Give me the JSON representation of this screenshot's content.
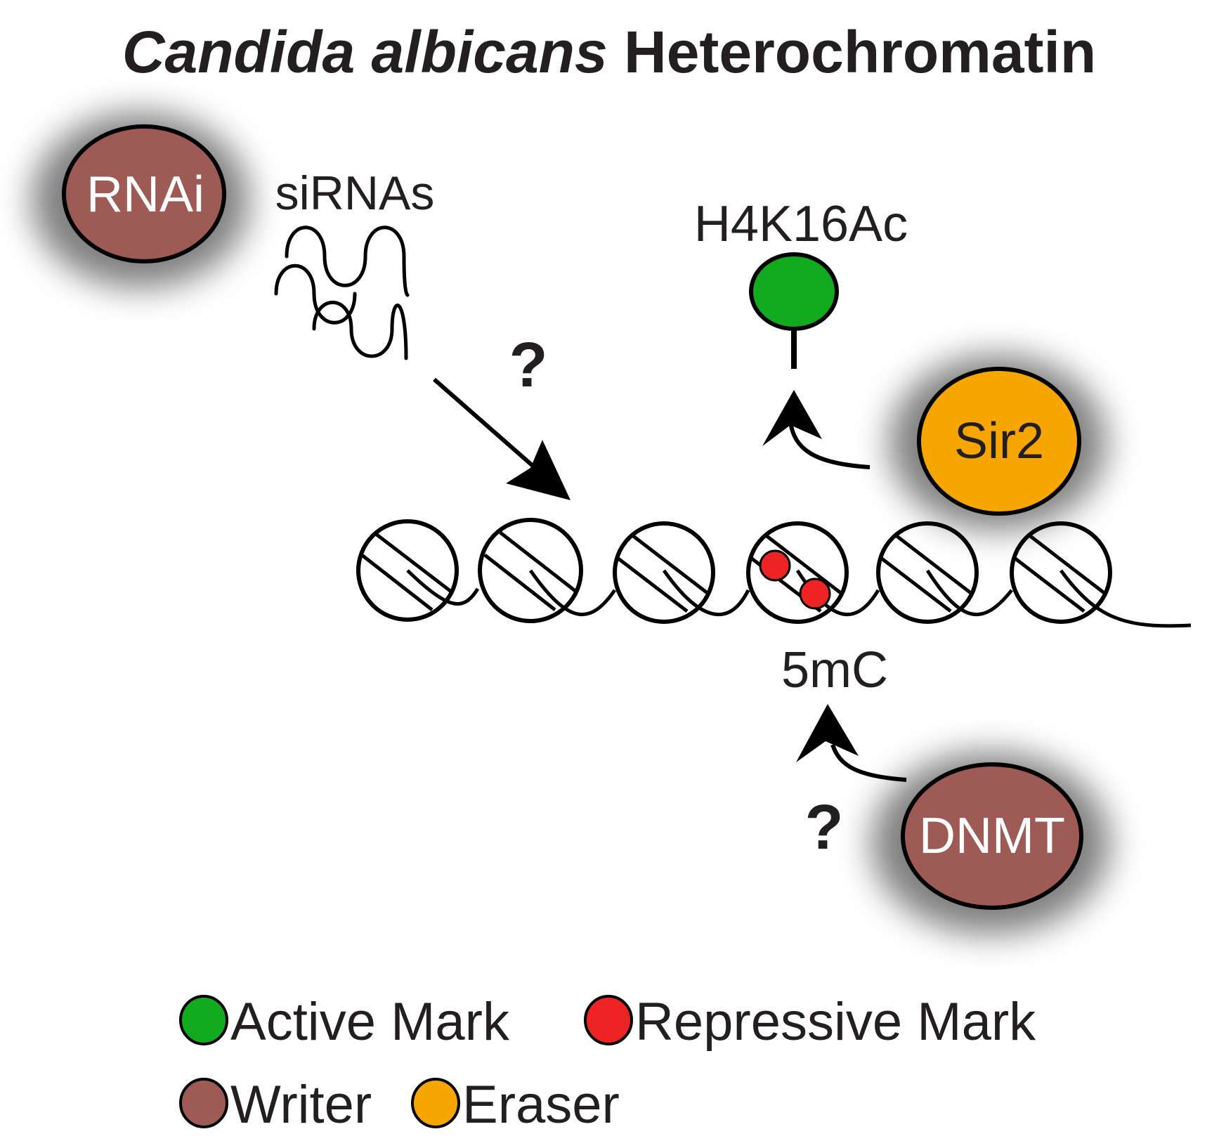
{
  "title": {
    "italic": "Candida albicans",
    "rest": " Heterochromatin"
  },
  "proteins": {
    "rnai": "RNAi",
    "sir2": "Sir2",
    "dnmt": "DNMT"
  },
  "labels": {
    "sirnas": "siRNAs",
    "h4k16ac": "H4K16Ac",
    "five_mc": "5mC",
    "question_rnai": "?",
    "question_dnmt": "?"
  },
  "legend": {
    "active": "Active Mark",
    "repressive": "Repressive Mark",
    "writer": "Writer",
    "eraser": "Eraser"
  },
  "colors": {
    "writer": "#9E5A55",
    "eraser": "#F7A600",
    "active": "#12AA1E",
    "repressive": "#EE2424",
    "line": "#000000",
    "text": "#231F20"
  }
}
